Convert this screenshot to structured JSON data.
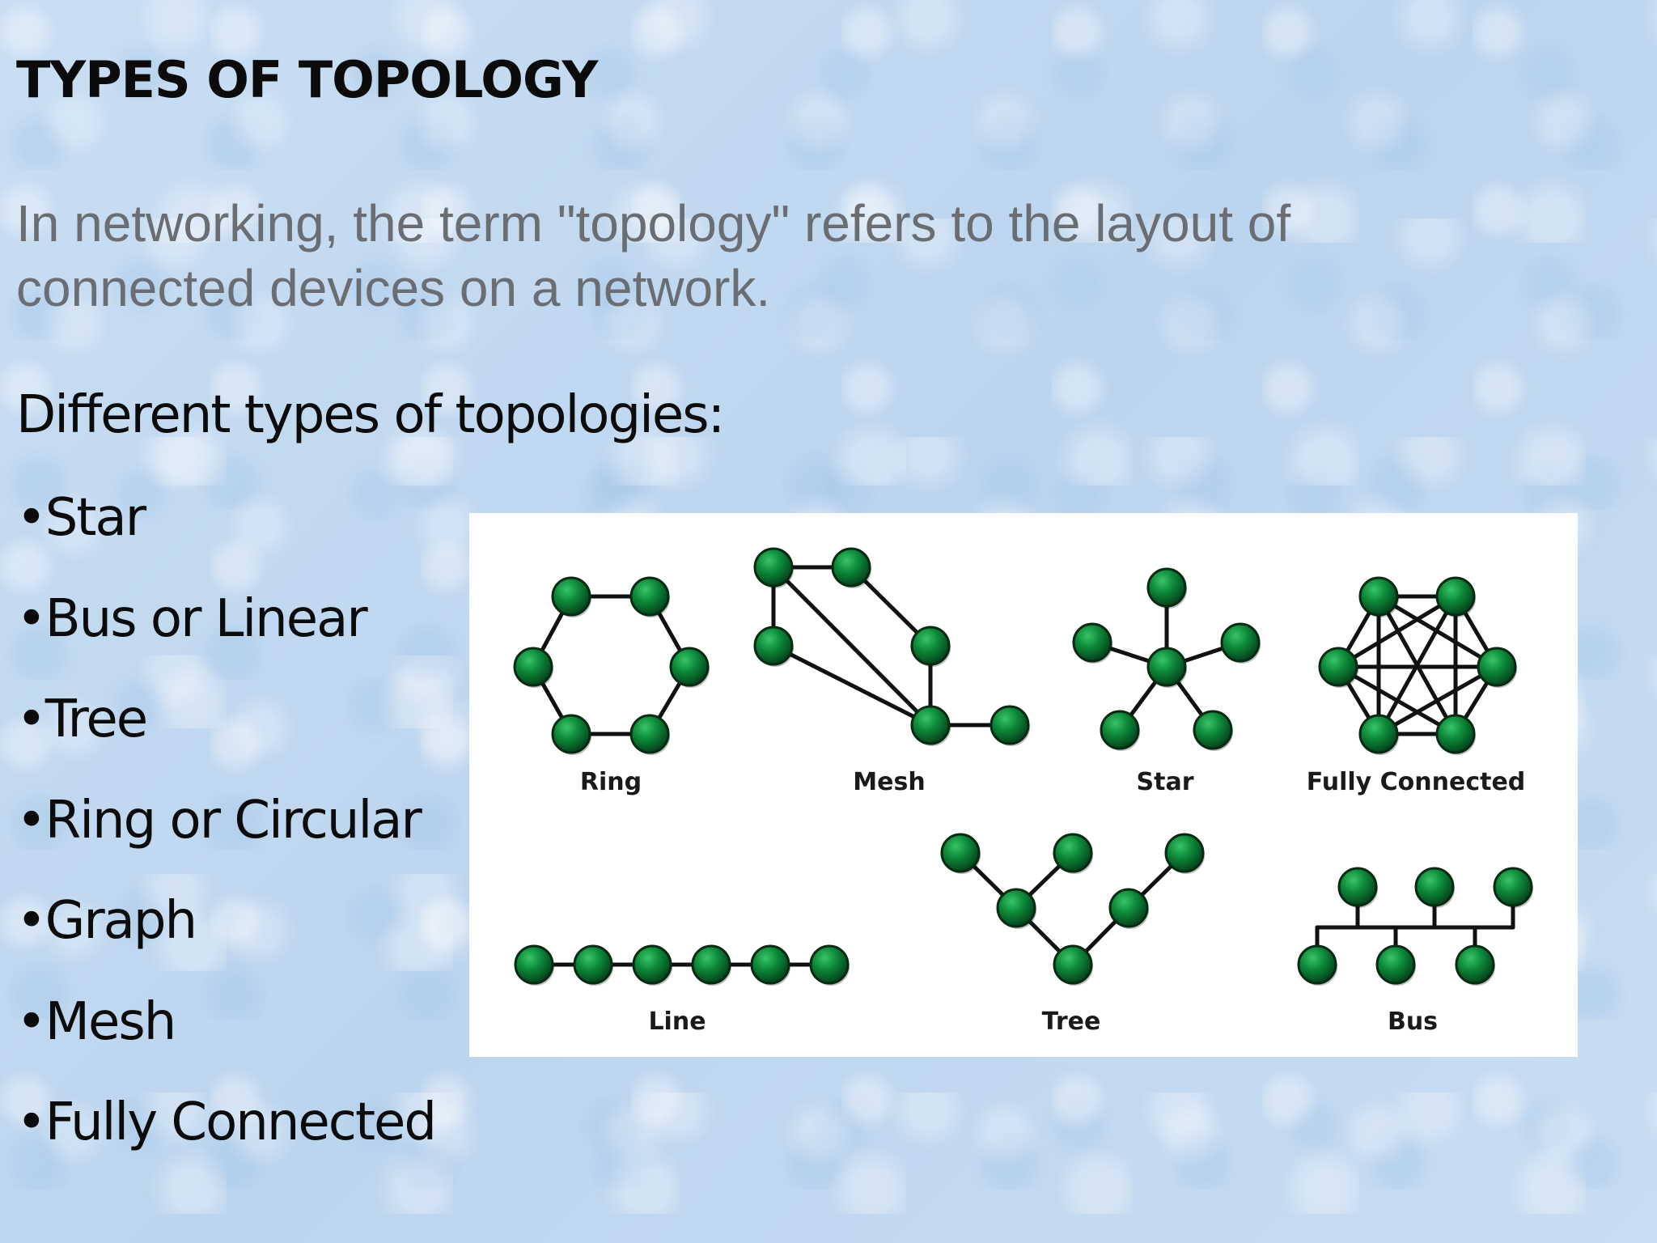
{
  "slide": {
    "title": "TYPES OF TOPOLOGY",
    "intro": "In networking, the term \"topology\" refers to the layout of connected devices on a network.",
    "types_heading": "Different types of topologies:",
    "types": [
      "•Star",
      "•Bus or Linear",
      "•Tree",
      "•Ring or Circular",
      "•Graph",
      "•Mesh",
      "•Fully Connected"
    ]
  },
  "diagram": {
    "node_color": "#0d8a3a",
    "edge_color": "#111111",
    "labels": {
      "ring": "Ring",
      "mesh": "Mesh",
      "star": "Star",
      "fully_connected": "Fully Connected",
      "line": "Line",
      "tree": "Tree",
      "bus": "Bus"
    }
  }
}
